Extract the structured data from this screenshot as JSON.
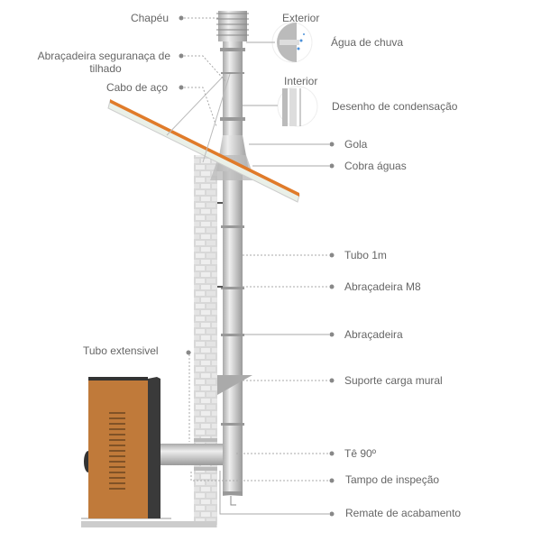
{
  "title": "Chimney installation diagram",
  "labels": {
    "chapeu": "Chapéu",
    "abracadeira_seg_1": "Abraçadeira seguranaça de",
    "abracadeira_seg_2": "tilhado",
    "cabo_aco": "Cabo de aço",
    "exterior": "Exterior",
    "agua_chuva": "Água de chuva",
    "interior": "Interior",
    "desenho_condensacao": "Desenho de condensação",
    "gola": "Gola",
    "cobra_aguas": "Cobra águas",
    "tubo_1m": "Tubo 1m",
    "abracadeira_m8": "Abraçadeira M8",
    "abracadeira": "Abraçadeira",
    "suporte": "Suporte carga mural",
    "te_90": "Tê 90º",
    "tampo": "Tampo de inspeção",
    "remate": "Remate de acabamento",
    "tubo_extensivel": "Tubo extensivel"
  },
  "colors": {
    "roof": "#e07b2a",
    "stove": "#c07a3a",
    "stove_dark": "#3a3a3a",
    "pipe": "#c8c8c8",
    "text": "#666666"
  }
}
